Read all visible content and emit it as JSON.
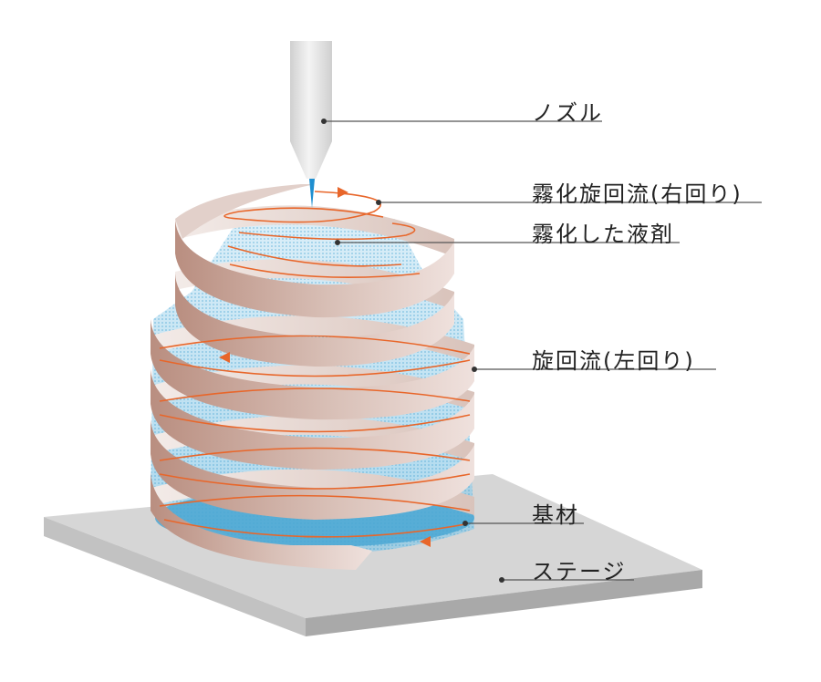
{
  "labels": {
    "nozzle": "ノズル",
    "atomized_swirl": "霧化旋回流(右回り)",
    "atomized_liquid": "霧化した液剤",
    "swirl_flow": "旋回流(左回り)",
    "substrate": "基材",
    "stage": "ステージ"
  },
  "colors": {
    "ribbon_dark": "#b98e80",
    "ribbon_light": "#ecdcd8",
    "mist": "#5fb2d8",
    "flow_line": "#e8662a",
    "stage_top": "#d4d4d4",
    "stage_side": "#bdbdbd",
    "nozzle": "#e6e6e6",
    "leader_line": "#555555"
  }
}
